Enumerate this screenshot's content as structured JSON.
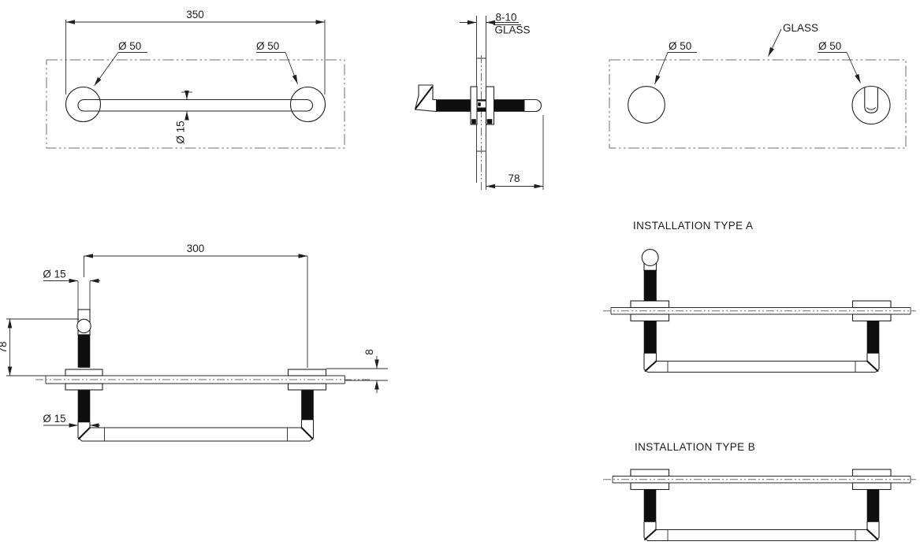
{
  "meta": {
    "background_color": "#ffffff",
    "ink_color": "#1f1f1f",
    "chain_line_color": "#6f6f6f"
  },
  "views": {
    "front": {
      "dim_width": "350",
      "dia_flange_left": "Ø 50",
      "dia_flange_right": "Ø 50",
      "dia_bar": "Ø 15"
    },
    "section": {
      "glass_thickness": "8-10",
      "glass_label": "GLASS",
      "projection": "78"
    },
    "hole_layout": {
      "glass_label": "GLASS",
      "dia_hole_left": "Ø 50",
      "dia_hole_right": "Ø 50"
    },
    "profile": {
      "bar_centers": "300",
      "dia_post_top": "Ø 15",
      "drop_height": "78",
      "glass_thickness": "8",
      "dia_post_bottom": "Ø 15"
    },
    "install_a": {
      "title": "INSTALLATION TYPE A"
    },
    "install_b": {
      "title": "INSTALLATION TYPE B"
    }
  }
}
